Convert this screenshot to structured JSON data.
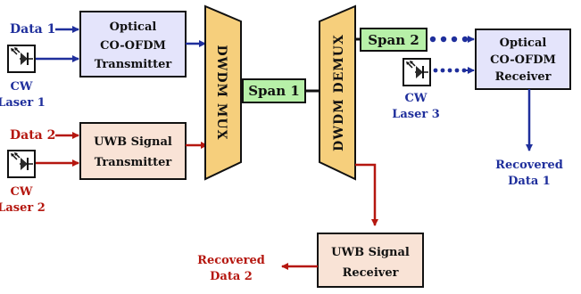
{
  "inputs": {
    "data1": "Data 1",
    "data2": "Data 2"
  },
  "lasers": {
    "laser1_line1": "CW",
    "laser1_line2": "Laser 1",
    "laser2_line1": "CW",
    "laser2_line2": "Laser 2",
    "laser3_line1": "CW",
    "laser3_line2": "Laser 3"
  },
  "blocks": {
    "ofdm_tx": [
      "Optical",
      "CO-OFDM",
      "Transmitter"
    ],
    "uwb_tx": [
      "UWB Signal",
      "Transmitter"
    ],
    "mux": "DWDM MUX",
    "demux": "DWDM DEMUX",
    "span1": "Span 1",
    "span2": "Span 2",
    "ofdm_rx": [
      "Optical",
      "CO-OFDM",
      "Receiver"
    ],
    "uwb_rx": [
      "UWB Signal",
      "Receiver"
    ]
  },
  "outputs": {
    "recovered1": [
      "Recovered",
      "Data 1"
    ],
    "recovered2": [
      "Recovered",
      "Data 2"
    ]
  },
  "colors": {
    "blue_path": "#1f2f9c",
    "red_path": "#b5170f",
    "ofdm_box_fill": "#e4e4fb",
    "uwb_box_fill": "#f9e3d6",
    "mux_fill": "#f6cf7c",
    "span_fill": "#b7f0a8"
  },
  "icons": {
    "laser": "laser-diode-icon"
  }
}
